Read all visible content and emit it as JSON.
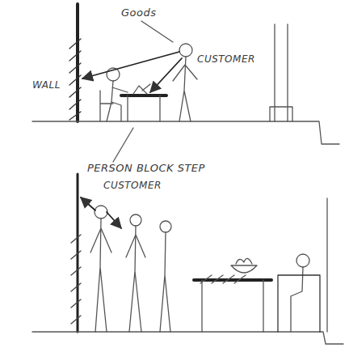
{
  "diagram": {
    "labels": [
      "Goods",
      "CUSTOMER",
      "WALL",
      "PERSON BLOCK STEP",
      "CUSTOMER"
    ]
  }
}
